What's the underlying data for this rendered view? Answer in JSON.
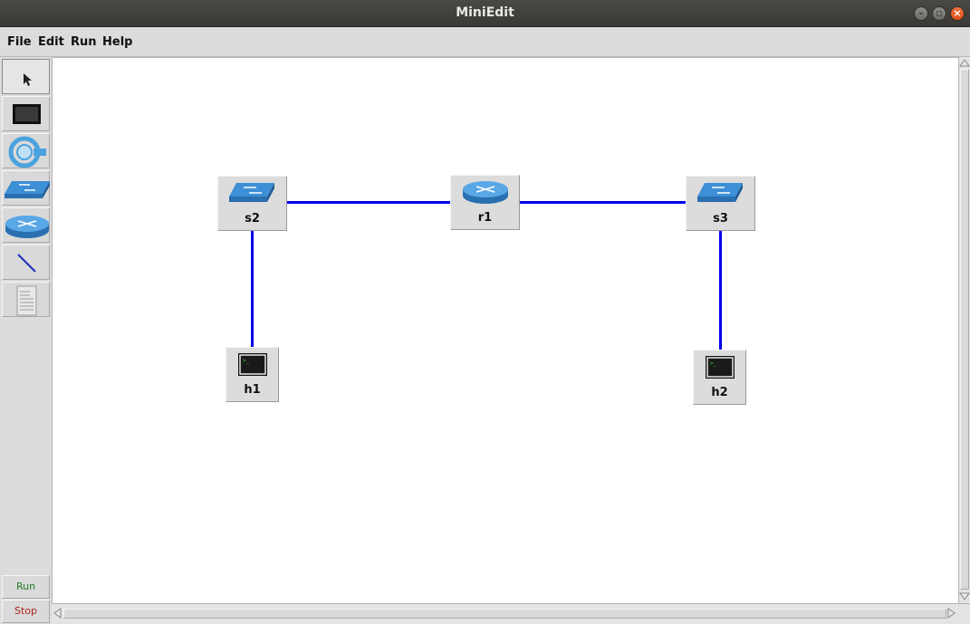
{
  "window": {
    "title": "MiniEdit"
  },
  "menu": [
    "File",
    "Edit",
    "Run",
    "Help"
  ],
  "toolbar": {
    "tools": [
      "select-tool",
      "host-tool",
      "controller-tool",
      "switch-tool",
      "router-tool",
      "link-tool",
      "netlink-tool"
    ],
    "run_label": "Run",
    "stop_label": "Stop"
  },
  "colors": {
    "link": "#0000ee",
    "run_text": "#1e7a1e",
    "stop_text": "#b02020",
    "accent_blue": "#3d8fd6"
  },
  "nodes": {
    "s2": {
      "label": "s2",
      "type": "switch"
    },
    "r1": {
      "label": "r1",
      "type": "router"
    },
    "s3": {
      "label": "s3",
      "type": "switch"
    },
    "h1": {
      "label": "h1",
      "type": "host"
    },
    "h2": {
      "label": "h2",
      "type": "host"
    }
  },
  "links": [
    {
      "from": "s2",
      "to": "r1"
    },
    {
      "from": "r1",
      "to": "s3"
    },
    {
      "from": "s2",
      "to": "h1"
    },
    {
      "from": "s3",
      "to": "h2"
    }
  ]
}
